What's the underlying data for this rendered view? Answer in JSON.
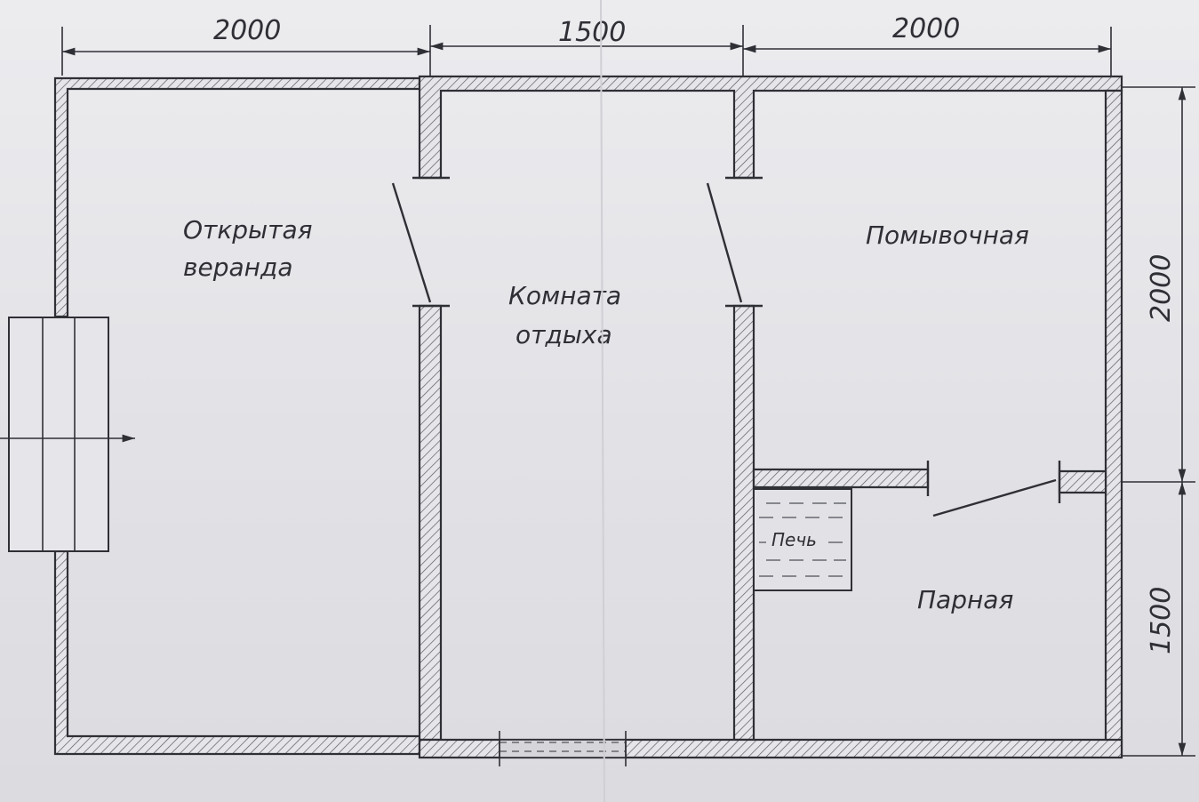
{
  "rooms": {
    "veranda_line1": "Открытая",
    "veranda_line2": "веранда",
    "rest_line1": "Комната",
    "rest_line2": "отдыха",
    "wash": "Помывочная",
    "steam": "Парная",
    "stove": "Печь"
  },
  "dimensions": {
    "top": [
      "2000",
      "1500",
      "2000"
    ],
    "right": [
      "2000",
      "1500"
    ]
  },
  "colors": {
    "ink": "#2f2f36",
    "paper": "#e6e6ea"
  }
}
